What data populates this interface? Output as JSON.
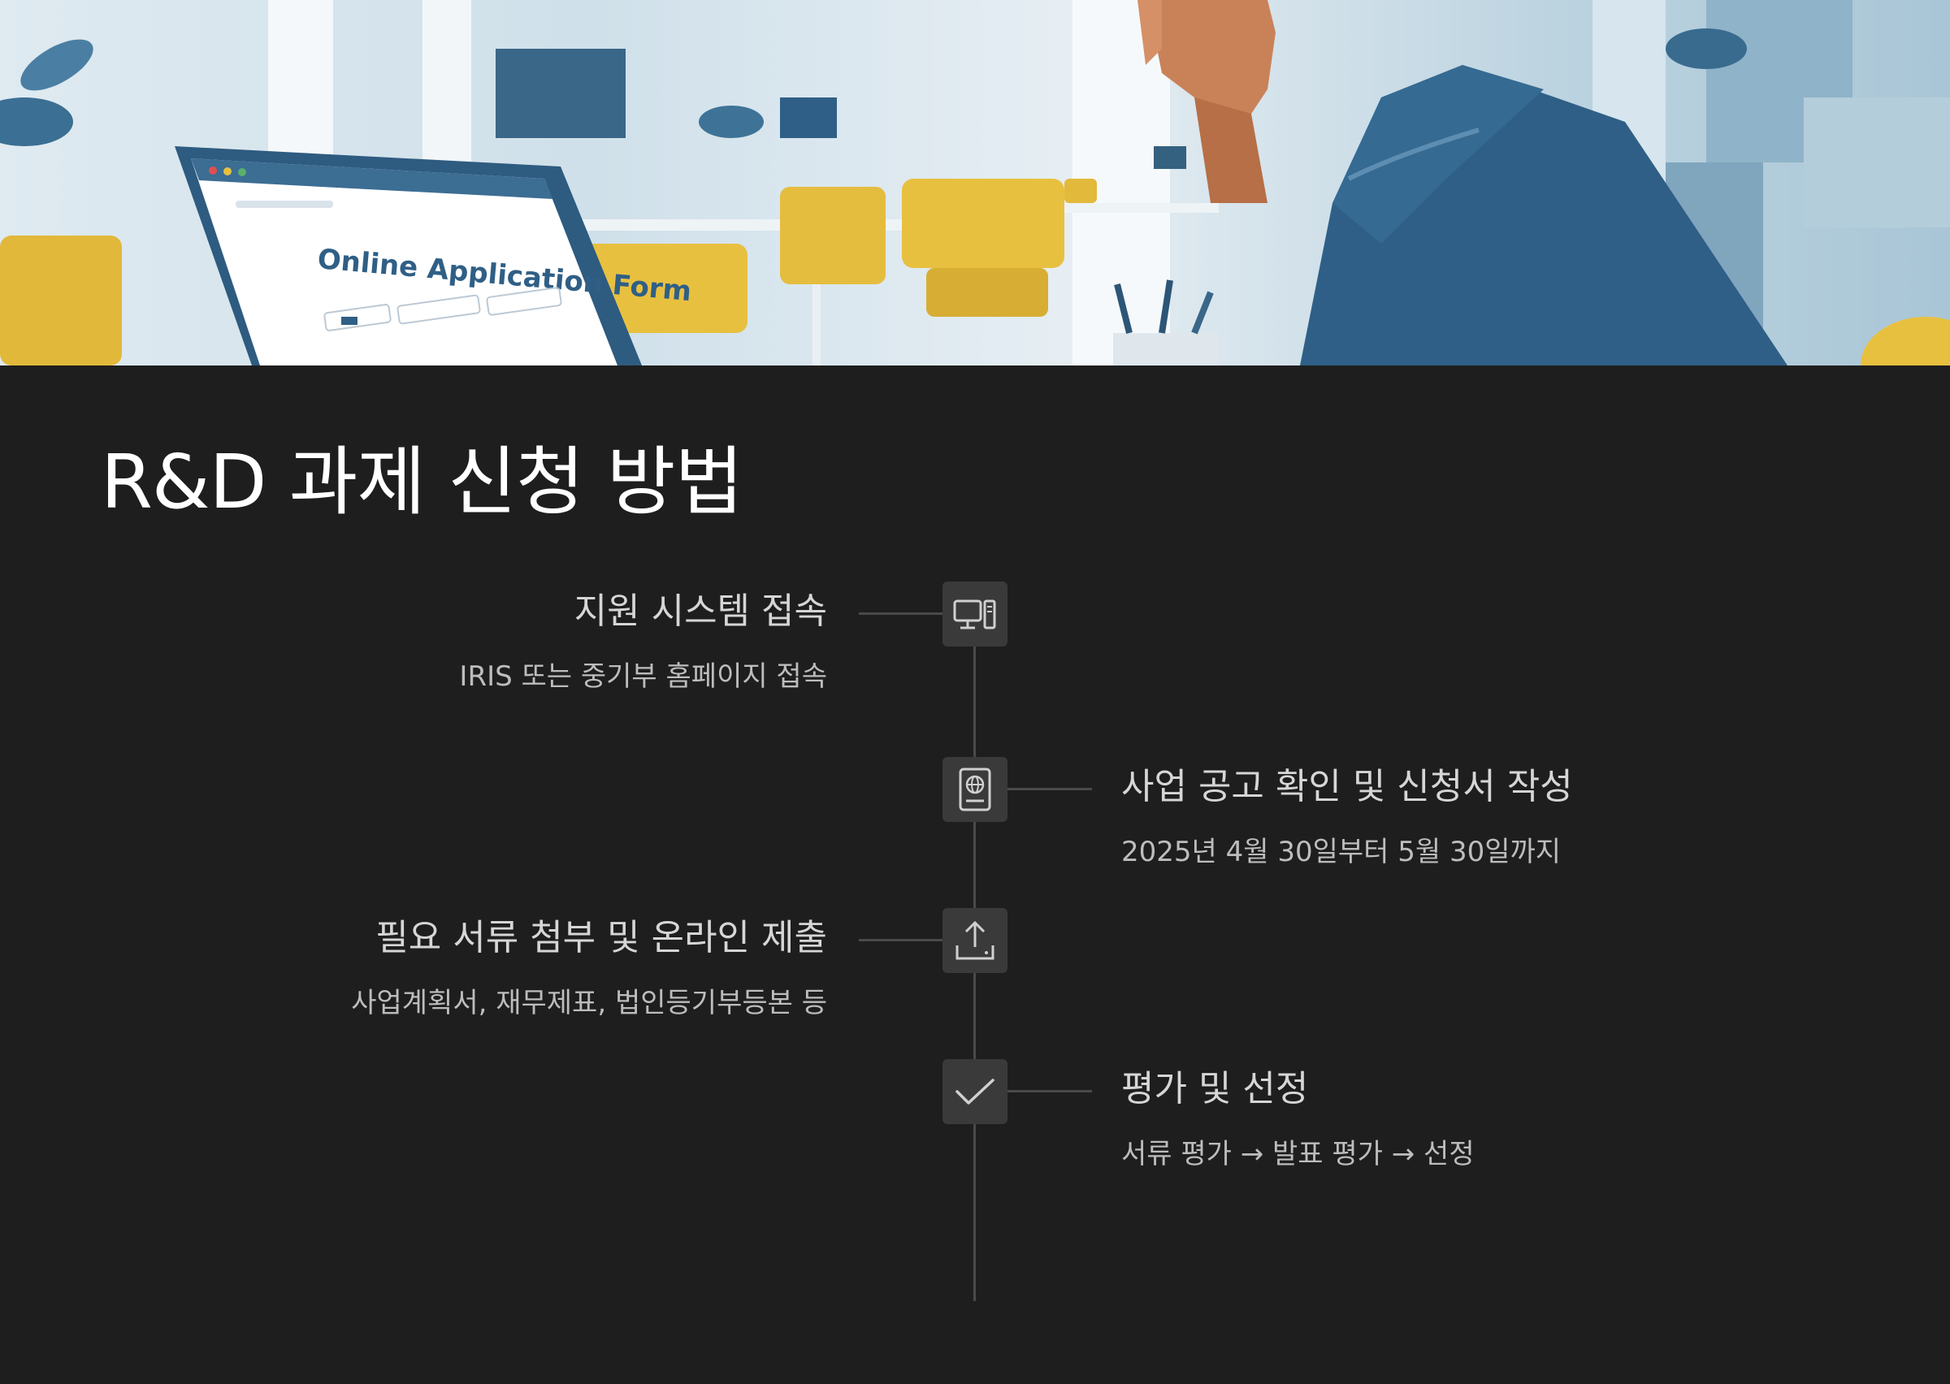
{
  "hero": {
    "image_name": "office-illustration",
    "laptop_screen_text": "Online Application Form",
    "palette": {
      "blue": "#2f5f86",
      "yellow": "#e8c040",
      "skin": "#c98258",
      "wall": "#e4edf2"
    }
  },
  "title": "R&D 과제 신청 방법",
  "timeline": {
    "line_color": "#4a4a4a",
    "node_color": "#3a3a3a",
    "steps": [
      {
        "icon": "computer-icon",
        "title": "지원 시스템 접속",
        "desc": "IRIS 또는 중기부 홈페이지 접속",
        "side": "left"
      },
      {
        "icon": "document-globe-icon",
        "title": "사업 공고 확인 및 신청서 작성",
        "desc": "2025년 4월 30일부터 5월 30일까지",
        "side": "right"
      },
      {
        "icon": "upload-icon",
        "title": "필요 서류 첨부 및 온라인 제출",
        "desc": "사업계획서, 재무제표, 법인등기부등본 등",
        "side": "left"
      },
      {
        "icon": "check-icon",
        "title": "평가 및 선정",
        "desc": "서류 평가 → 발표 평가 → 선정",
        "side": "right"
      }
    ]
  }
}
